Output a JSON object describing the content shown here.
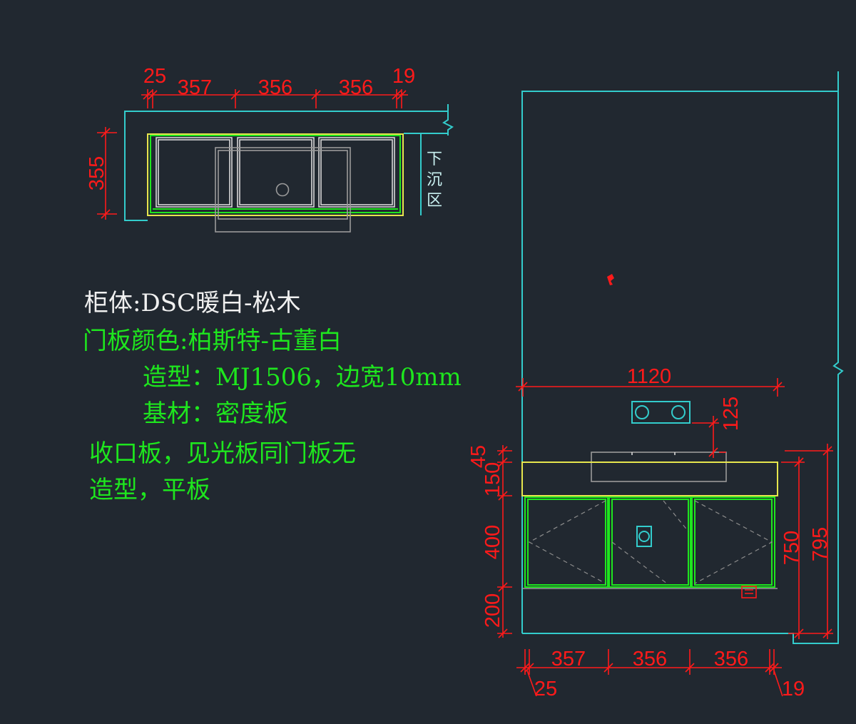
{
  "plan_view": {
    "top_dims": {
      "left_edge": "25",
      "door_1": "357",
      "door_2": "356",
      "door_3": "356",
      "right_edge": "19"
    },
    "depth_dim": "355",
    "sunken_zone_label": [
      "下",
      "沉",
      "区"
    ]
  },
  "notes": {
    "cabinet_body": "柜体:DSC暖白-松木",
    "door_color": "门板颜色:柏斯特-古董白",
    "door_style": "造型：MJ1506，边宽10mm",
    "substrate": "基材：密度板",
    "trim_line_1": "收口板，见光板同门板无",
    "trim_line_2": "造型，平板"
  },
  "elevation": {
    "overall_width": "1120",
    "faucet_offset": "125",
    "left_dims": {
      "top_gap": "45",
      "countertop": "150",
      "doors": "400",
      "toe_kick": "200"
    },
    "right_dims": {
      "cabinet_height": "750",
      "total_height": "795"
    },
    "bottom_dims": {
      "door_1": "357",
      "door_2": "356",
      "door_3": "356",
      "left_edge": "25",
      "right_edge": "19"
    }
  },
  "colors": {
    "background": "#212830",
    "dimension": "#ff1a1a",
    "wall": "#33cccc",
    "countertop": "#e6e64d",
    "door": "#1ee61e",
    "fixture": "#9a9a9a",
    "note_white": "#f0f0f0",
    "note_green": "#1ee61e",
    "zone_label": "#c8f0f0"
  }
}
